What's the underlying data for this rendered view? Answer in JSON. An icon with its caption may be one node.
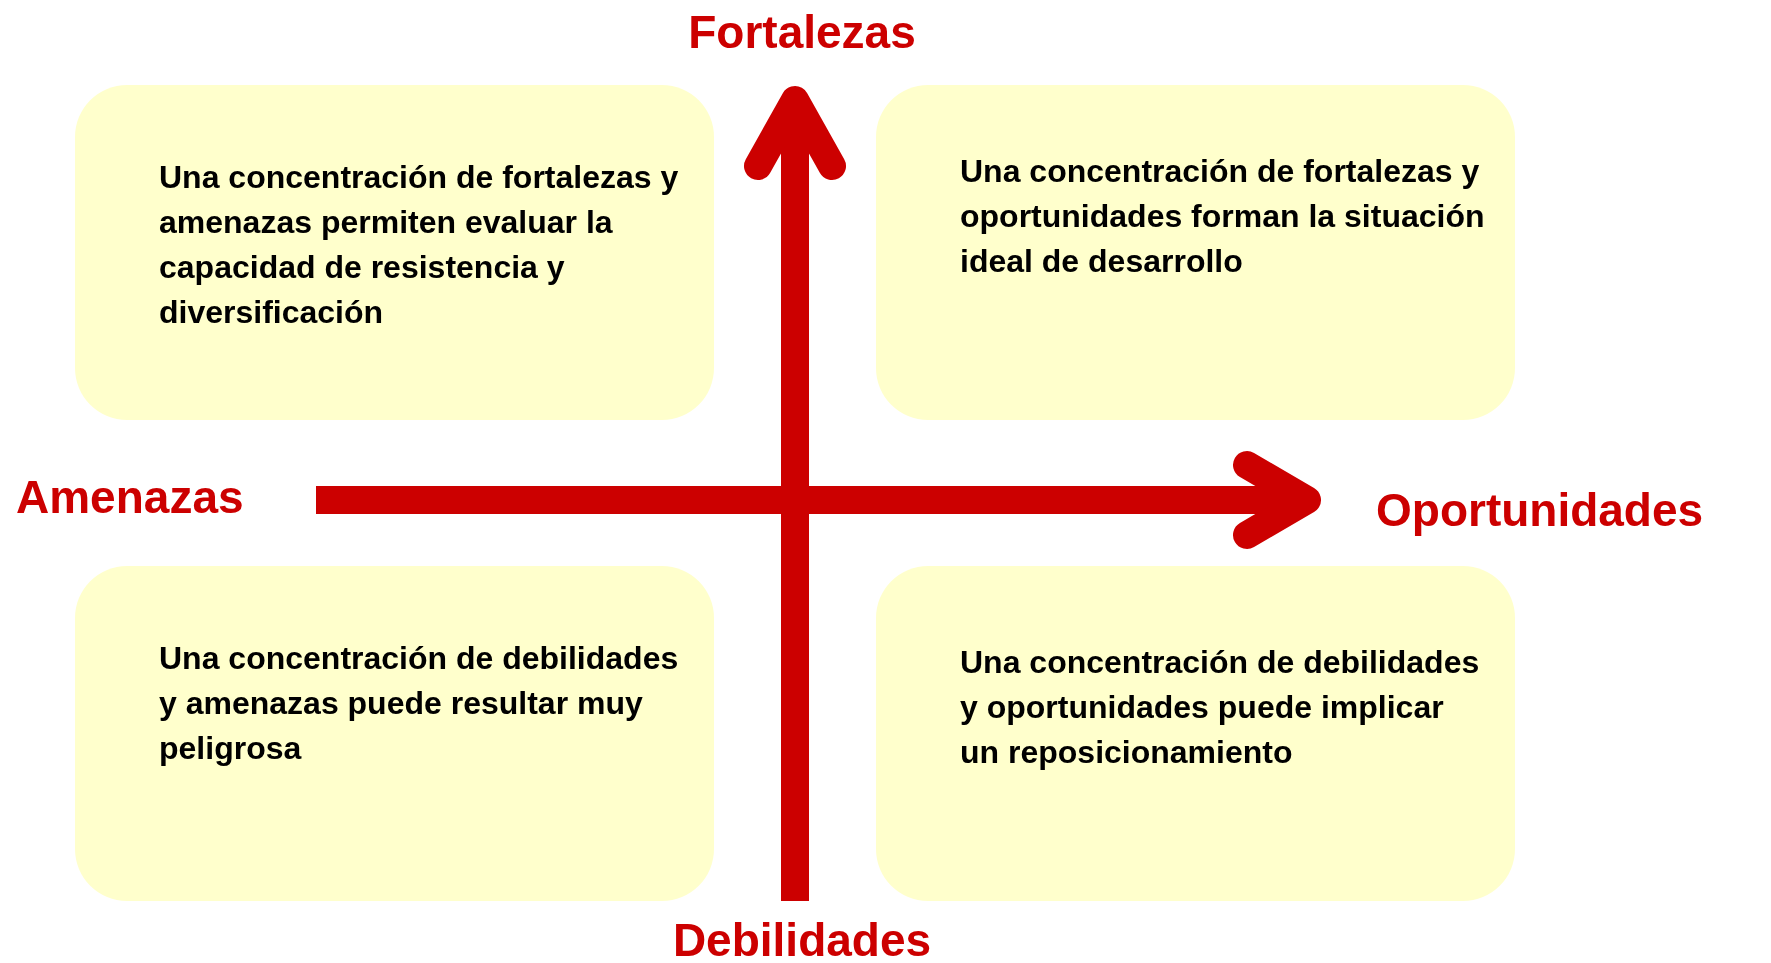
{
  "diagram": {
    "nodes": [
      {
        "text": [
          "Una concentración de fortalezas y amenazas permiten evaluar la capacidad de resistencia y diversificación"
        ]
      },
      {
        "text": [
          "Una concentración de fortalezas y oportunidades forman la situación ideal de desarrollo"
        ]
      },
      {
        "text": [
          "Una concentración de debilidades y amenazas puede resultar muy peligrosa"
        ]
      },
      {
        "text": [
          "Una concentración de debilidades y oportunidades puede implicar un reposicionamiento"
        ]
      }
    ],
    "labels": [
      "Fortalezas",
      "Amenazas",
      "Oportunidades",
      "Debilidades"
    ]
  }
}
